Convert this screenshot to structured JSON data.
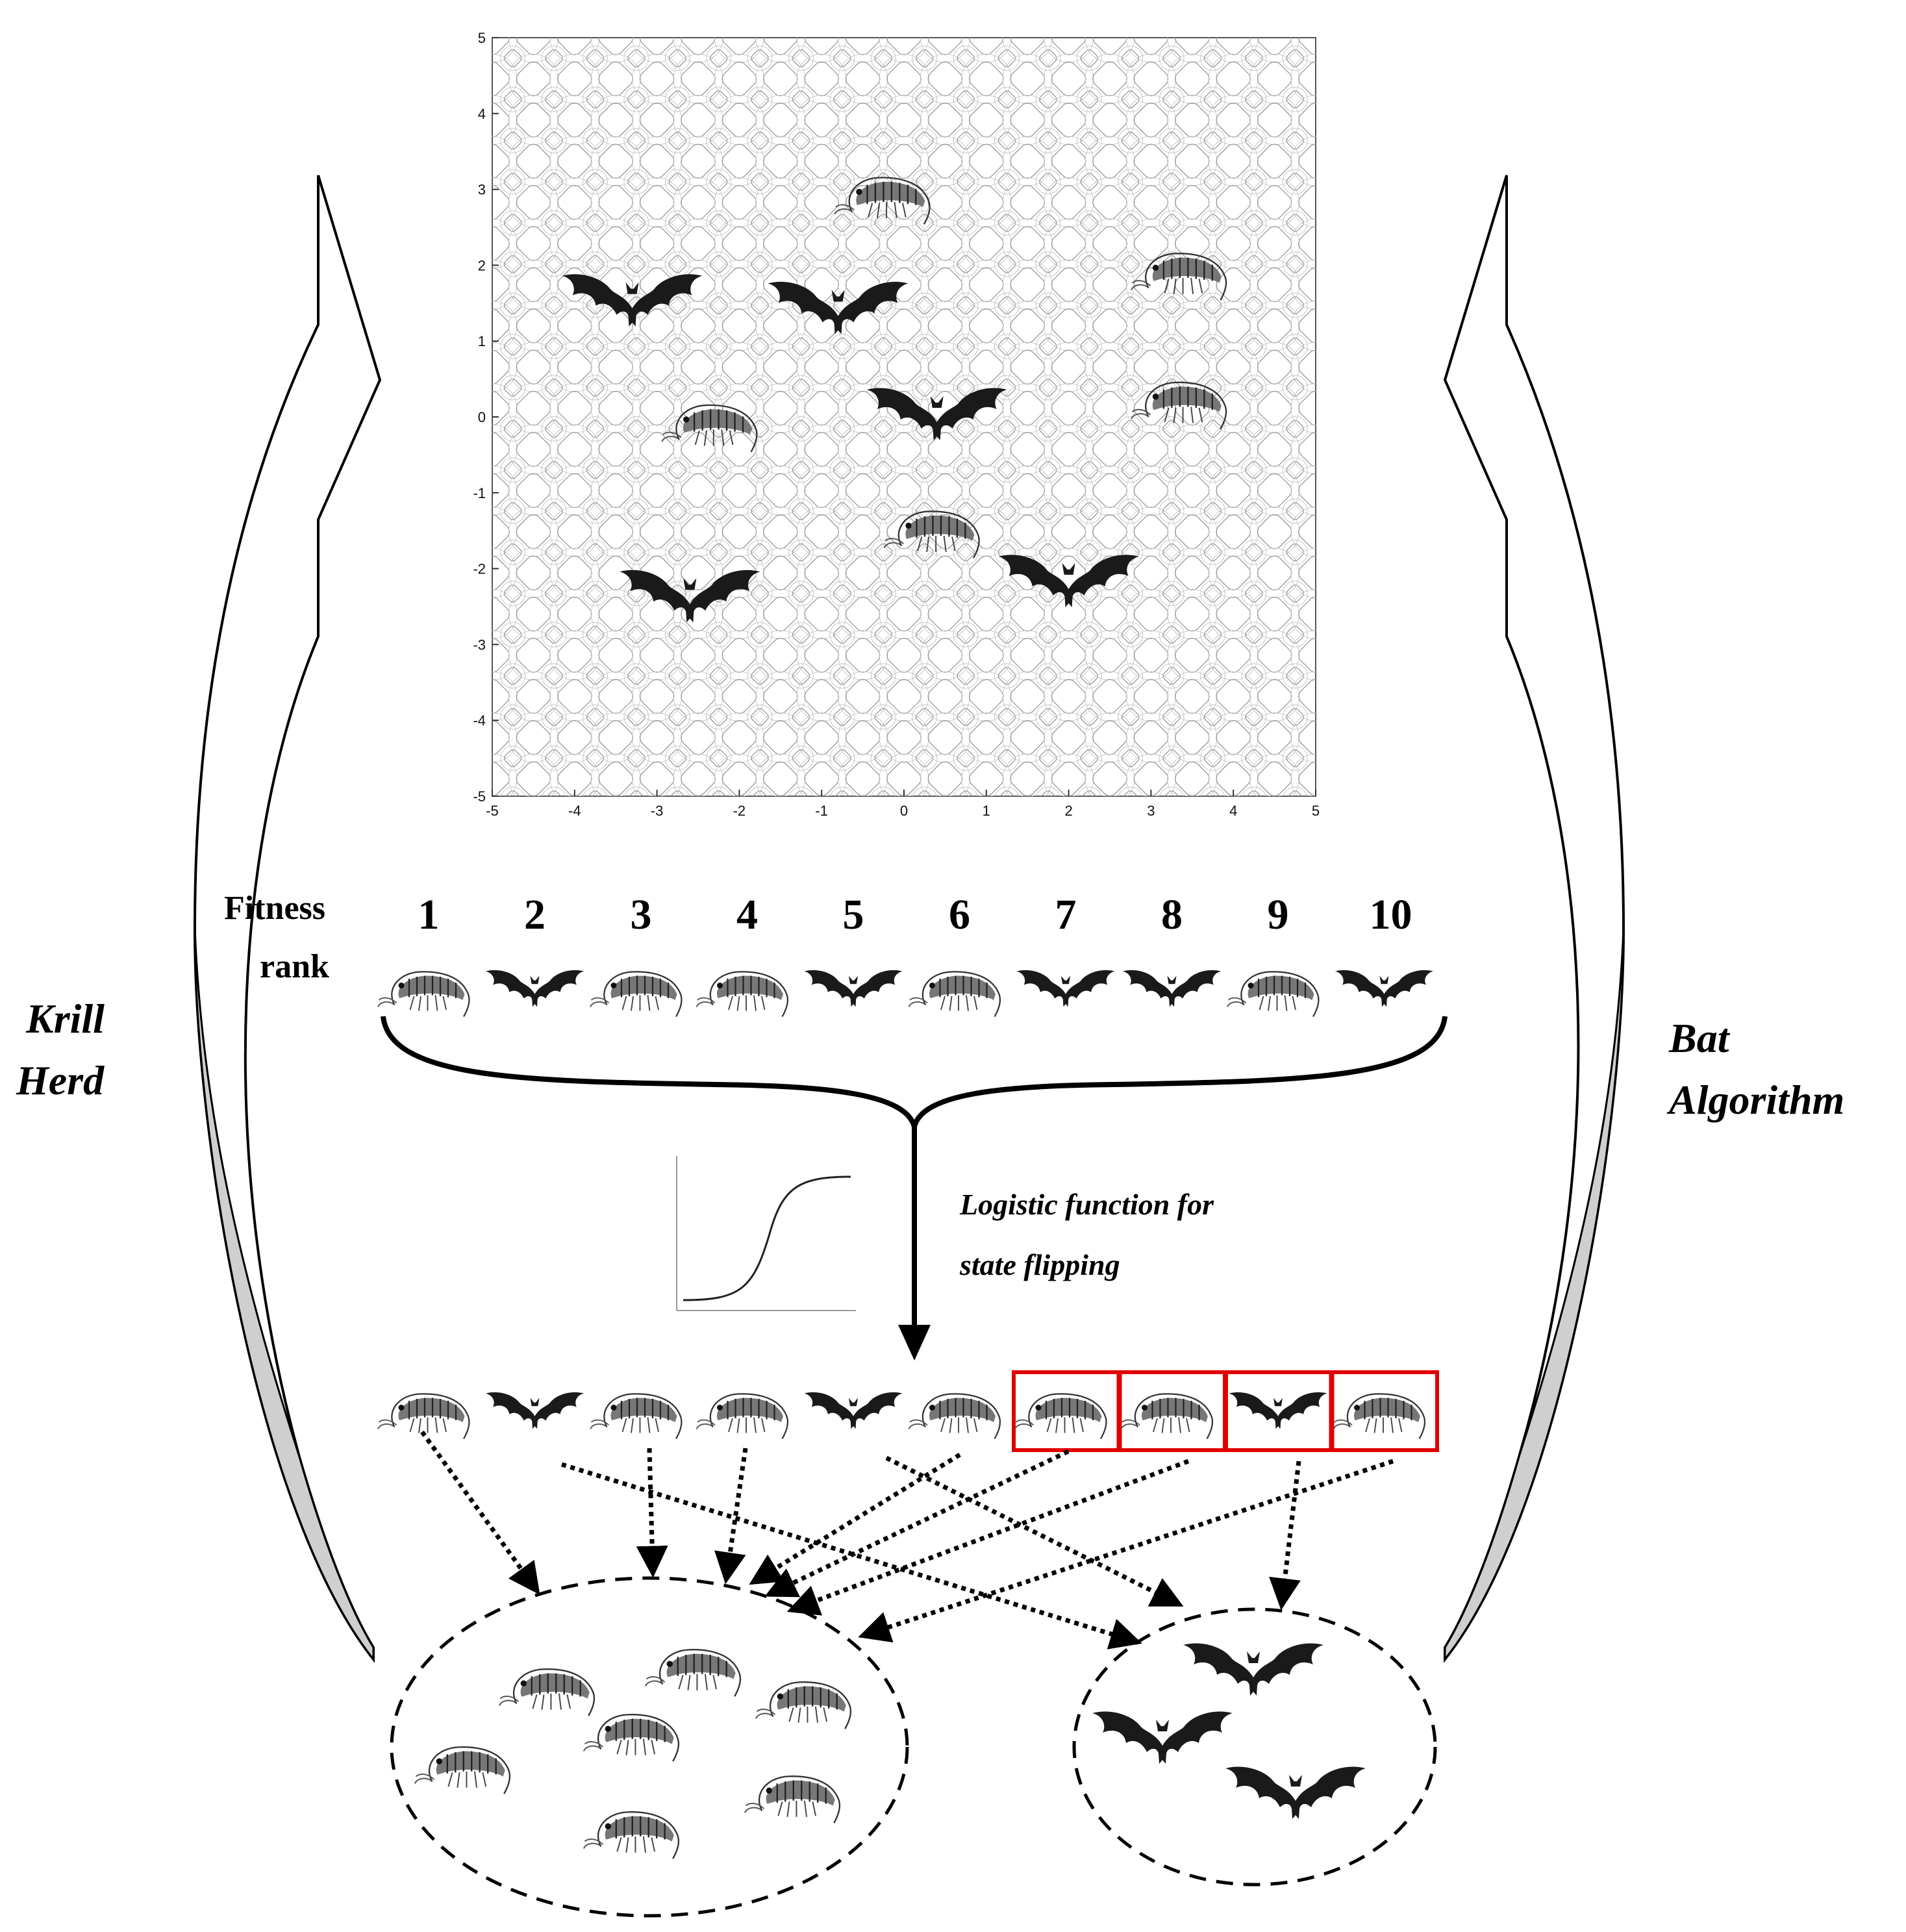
{
  "labels": {
    "fitness_line1": "Fitness",
    "fitness_line2": "rank",
    "left_line1": "Krill",
    "left_line2": "Herd",
    "right_line1": "Bat",
    "right_line2": "Algorithm",
    "logistic_line1": "Logistic function for",
    "logistic_line2": "state flipping"
  },
  "landscape": {
    "x_ticks": [
      "-5",
      "-4",
      "-3",
      "-2",
      "-1",
      "0",
      "1",
      "2",
      "3",
      "4",
      "5"
    ],
    "y_ticks": [
      "5",
      "4",
      "3",
      "2",
      "1",
      "0",
      "-1",
      "-2",
      "-3",
      "-4",
      "-5"
    ],
    "agents": [
      {
        "kind": "krill",
        "x": -0.2,
        "y": 2.9
      },
      {
        "kind": "krill",
        "x": 3.4,
        "y": 1.9
      },
      {
        "kind": "krill",
        "x": 3.4,
        "y": 0.2
      },
      {
        "kind": "krill",
        "x": -2.3,
        "y": -0.1
      },
      {
        "kind": "krill",
        "x": 0.4,
        "y": -1.5
      },
      {
        "kind": "bat",
        "x": -3.3,
        "y": 1.5
      },
      {
        "kind": "bat",
        "x": -0.8,
        "y": 1.4
      },
      {
        "kind": "bat",
        "x": 0.4,
        "y": 0.0
      },
      {
        "kind": "bat",
        "x": -2.6,
        "y": -2.4
      },
      {
        "kind": "bat",
        "x": 2.0,
        "y": -2.2
      }
    ]
  },
  "ranking": {
    "ranks": [
      "1",
      "2",
      "3",
      "4",
      "5",
      "6",
      "7",
      "8",
      "9",
      "10"
    ],
    "before": [
      "krill",
      "bat",
      "krill",
      "krill",
      "bat",
      "krill",
      "bat",
      "bat",
      "krill",
      "bat"
    ],
    "after": [
      "krill",
      "bat",
      "krill",
      "krill",
      "bat",
      "krill",
      "krill",
      "krill",
      "bat",
      "krill"
    ],
    "flipped_positions": [
      7,
      8,
      9,
      10
    ],
    "highlight_color": "#e00000"
  },
  "groups": {
    "krill_herd_members": 7,
    "bat_members": 3
  },
  "icons": [
    "krill-icon",
    "bat-icon",
    "logistic-curve-icon",
    "dotted-arrow-icon",
    "curved-arrow-icon"
  ]
}
